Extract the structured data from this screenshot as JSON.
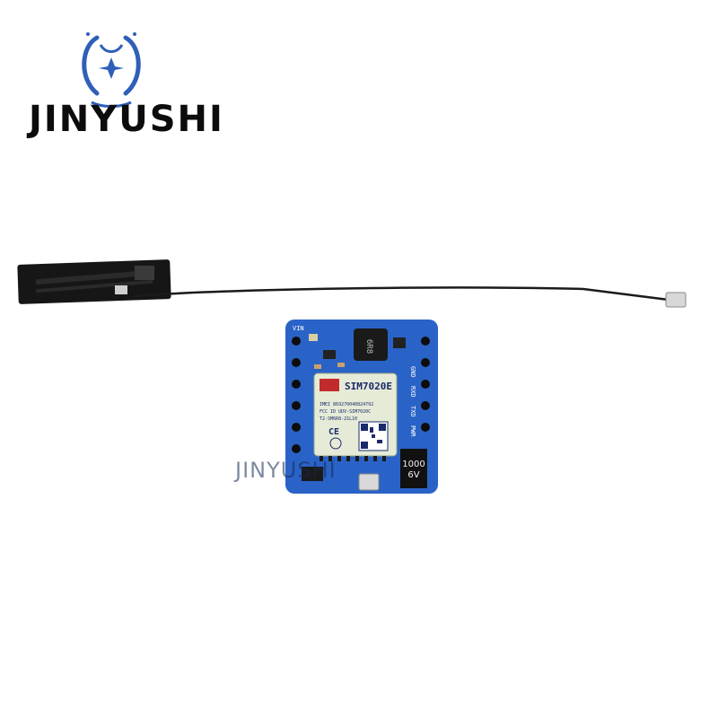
{
  "brand": {
    "name": "JINYUSHI",
    "watermark": "JINYUSHI"
  },
  "board": {
    "vin_label": "VIN",
    "pin_labels": [
      "GND",
      "RXD",
      "TXD",
      "PWR"
    ],
    "module": {
      "model": "SIM7020E",
      "imei": "IMEI 869270040824792",
      "fcc": "FCC ID UDV-SIM7020C",
      "date": "T2-SM6R8-21L10",
      "cert": "CE"
    },
    "inductor_marking": "6R8",
    "capacitor_marking": [
      "1000",
      "6V"
    ]
  },
  "colors": {
    "pcb": "#2a63c7",
    "module": "#e6ebd7",
    "antenna": "#1b1b1b",
    "logo_accent": "#2f5fb8"
  }
}
